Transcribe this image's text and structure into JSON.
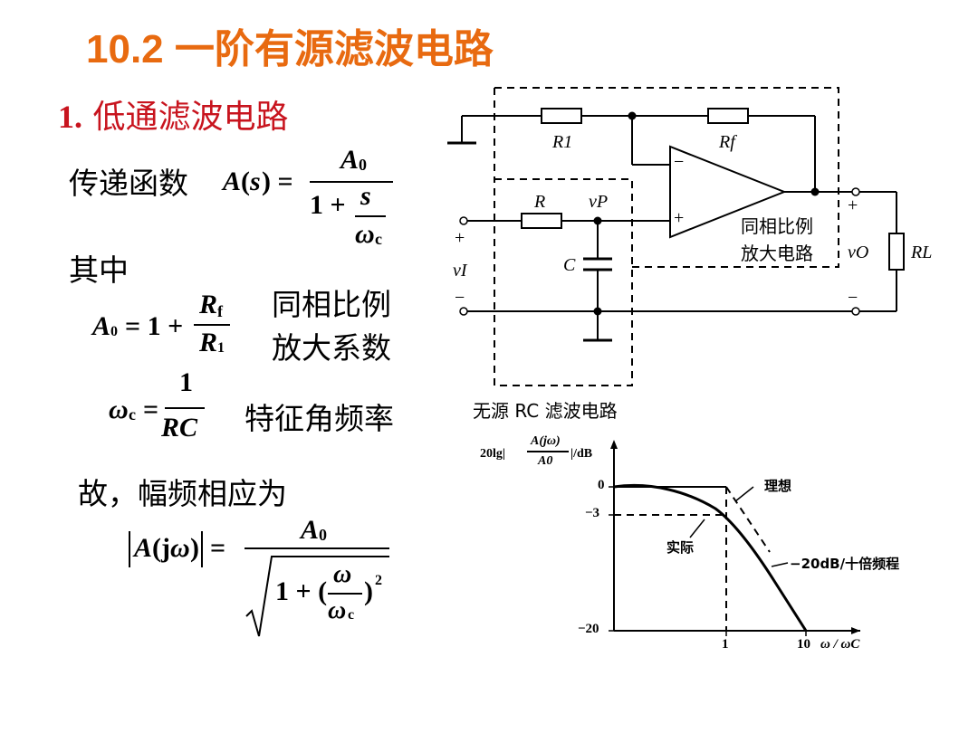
{
  "slide": {
    "title": "10.2 一阶有源滤波电路",
    "section_num": "1.",
    "section_text": "低通滤波电路",
    "transfer_label": "传递函数",
    "where_label": "其中",
    "a0_desc_line1": "同相比例",
    "a0_desc_line2": "放大系数",
    "wc_desc": "特征角频率",
    "amp_resp_label": "故，幅频相应为"
  },
  "circuit": {
    "r1": "R1",
    "rf": "Rf",
    "r": "R",
    "vp": "vP",
    "c": "C",
    "vi": "vI",
    "vo": "vO",
    "rl": "RL",
    "plus": "+",
    "minus": "−",
    "amp_label_line1": "同相比例",
    "amp_label_line2": "放大电路",
    "passive_label": "无源 RC 滤波电路"
  },
  "bode": {
    "y_label_prefix": "20lg|",
    "y_label_num": "A(jω)",
    "y_label_den": "A0",
    "y_label_suffix": "|/dB",
    "y_ticks": [
      "0",
      "−3",
      "−20"
    ],
    "x_ticks": [
      "1",
      "10"
    ],
    "x_label": "ω / ωC",
    "ideal_label": "理想",
    "actual_label": "实际",
    "slope_label": "−20dB/十倍频程"
  }
}
